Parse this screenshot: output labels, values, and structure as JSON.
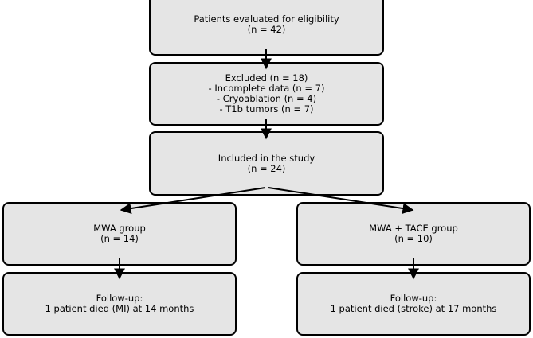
{
  "boxes": {
    "evaluated": {
      "line1": "Patients evaluated for eligibility",
      "line2": "(n = 42)"
    },
    "excluded": {
      "line1": "Excluded (n = 18)",
      "line2": "- Incomplete data (n = 7)",
      "line3": "- Cryoablation (n = 4)",
      "line4": "- T1b tumors (n = 7)"
    },
    "included": {
      "line1": "Included in the study",
      "line2": "(n = 24)"
    },
    "mwa": {
      "line1": "MWA group",
      "line2": "(n = 14)"
    },
    "mwa_tace": {
      "line1": "MWA + TACE group",
      "line2": "(n = 10)"
    },
    "followup_mwa": {
      "line1": "Follow-up:",
      "line2": "1 patient died (MI) at 14 months"
    },
    "followup_mwa_tace": {
      "line1": "Follow-up:",
      "line2": "1 patient died (stroke) at 17 months"
    }
  },
  "colors": {
    "box_fill": "#e5e5e5",
    "stroke": "#000000"
  }
}
